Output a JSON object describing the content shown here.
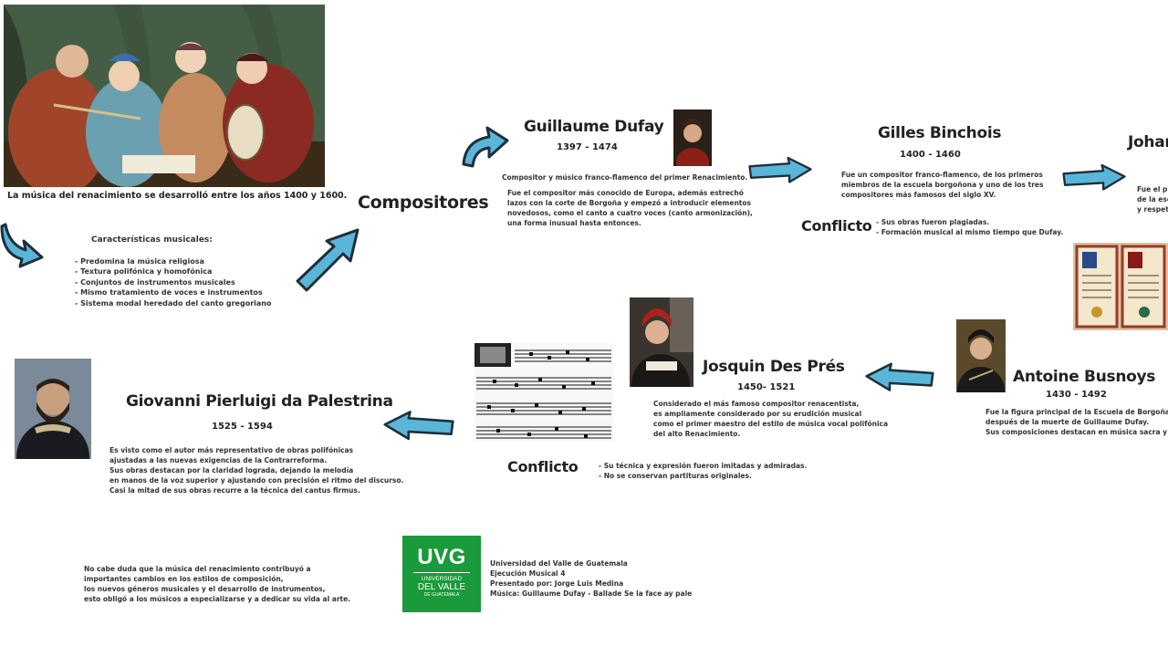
{
  "intro": {
    "caption": "La música del renacimiento se desarrolló entre los años 1400 y 1600."
  },
  "caracteristicas": {
    "title": "Características musicales:",
    "items": [
      "- Predomina la música religiosa",
      "- Textura polifónica y homofónica",
      "- Conjuntos de instrumentos musicales",
      "- Mismo tratamiento de voces e instrumentos",
      "- Sistema modal heredado del canto gregoriano"
    ]
  },
  "compositores_label": "Compositores",
  "dufay": {
    "name": "Guillaume Dufay",
    "dates": "1397 - 1474",
    "line1": "Compositor y músico franco-flamenco del primer Renacimiento.",
    "desc": [
      "Fue el compositor más conocido de Europa, además estrechó",
      "lazos con la corte de Borgoña y empezó a introducir elementos",
      "novedosos, como el canto a cuatro voces (canto armonización),",
      "una forma inusual hasta entonces."
    ]
  },
  "binchois": {
    "name": "Gilles Binchois",
    "dates": "1400 - 1460",
    "desc": [
      "Fue un compositor franco-flamenco, de los primeros",
      "miembros de la escuela borgoñona y uno de los tres",
      "compositores más famosos del siglo XV."
    ],
    "conflict_label": "Conflicto",
    "conflicts": [
      "- Sus obras fueron plagiadas.",
      "- Formación musical al mismo tiempo que Dufay."
    ]
  },
  "johannes": {
    "name": "Johan",
    "desc": [
      "Fue el p",
      "de la esc",
      "y respet"
    ]
  },
  "busnoys": {
    "name": "Antoine Busnoys",
    "dates": "1430 - 1492",
    "desc": [
      "Fue la figura principal de la Escuela de Borgoña t",
      "después de la muerte de Guillaume Dufay.",
      "Sus composiciones destacan en música sacra y s"
    ]
  },
  "josquin": {
    "name": "Josquin Des Prés",
    "dates": "1450- 1521",
    "desc": [
      "Considerado el más famoso compositor renacentista,",
      "es ampliamente considerado por su erudición musical",
      "como el primer maestro del estilo de música vocal polifónica",
      "del alto Renacimiento."
    ],
    "conflict_label": "Conflicto",
    "conflicts": [
      "- Su técnica y expresión fueron imitadas y admiradas.",
      "- No se conservan partituras originales."
    ]
  },
  "palestrina": {
    "name": "Giovanni Pierluigi da Palestrina",
    "dates": "1525 - 1594",
    "desc": [
      "Es visto como el autor más representativo de obras polifónicas",
      "ajustadas a las nuevas exigencias de la Contrarreforma.",
      "Sus obras destacan por la claridad lograda, dejando la melodía",
      "en manos de la voz superior y ajustando con precisión el ritmo del discurso.",
      "Casi la mitad de sus obras recurre a la técnica del cantus firmus."
    ]
  },
  "conclusion": [
    "No cabe duda que la música del renacimiento contribuyó a",
    "importantes cambios en los estilos de composición,",
    "los nuevos géneros musicales y el desarrollo de instrumentos,",
    "esto obligó a los músicos a especializarse y a dedicar su vida al arte."
  ],
  "uvg": {
    "logo_big": "UVG",
    "logo_small": [
      "UNIVERSIDAD",
      "DEL VALLE",
      "DE GUATEMALA"
    ],
    "info": [
      "Universidad del Valle de Guatemala",
      "Ejecución Musical 4",
      "Presentado por: Jorge Luis Medina",
      "Música: Guillaume Dufay - Ballade Se la face ay pale"
    ],
    "color": "#1a9a3a"
  },
  "colors": {
    "arrow_fill": "#5ab6d8",
    "arrow_stroke": "#1e2f3a"
  }
}
